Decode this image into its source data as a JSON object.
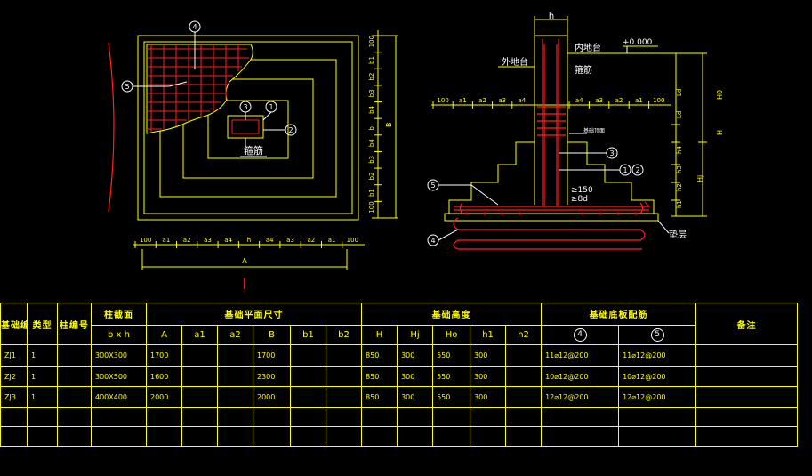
{
  "plan": {
    "top_dims": [
      "100",
      "b1",
      "b2",
      "b3",
      "b4",
      "b",
      "b4",
      "b3",
      "b2",
      "b1",
      "100"
    ],
    "right_label": "B",
    "bottom_dims": [
      "100",
      "a1",
      "a2",
      "a3",
      "a4",
      "h",
      "a4",
      "a3",
      "a2",
      "a1",
      "100"
    ],
    "bottom_label": "A",
    "section_mark": "I",
    "callouts": [
      "4",
      "5",
      "3",
      "1",
      "2"
    ],
    "stirrup_label": "箍筋"
  },
  "section": {
    "h_label": "h",
    "inner_label": "内地台",
    "outer_label": "外地台",
    "elevation": "+0.000",
    "stirrup_label": "箍筋",
    "left_dims": [
      "100",
      "a1",
      "a2",
      "a3",
      "a4"
    ],
    "right_dims": [
      "a4",
      "a3",
      "a2",
      "a1",
      "100"
    ],
    "right_vertical": [
      "Ld",
      "Ld",
      "h4",
      "h3",
      "h2",
      "h1"
    ],
    "h_labels": [
      "H0",
      "H",
      "Hj"
    ],
    "rebar_note_1": "≥150",
    "rebar_note_2": "≥8d",
    "small_note": "基础顶面",
    "cushion": "垫层",
    "callouts": [
      "3",
      "1",
      "2",
      "5",
      "4"
    ]
  },
  "table": {
    "h_code": "基础编号",
    "h_type": "类型",
    "h_column": "柱编号",
    "h_section": "柱截面",
    "h_plan": "基础平面尺寸",
    "h_height": "基础高度",
    "h_rebar": "基础底板配筋",
    "h_note": "备注",
    "sub_section": "b x h",
    "sub_plan": [
      "A",
      "a1",
      "a2",
      "B",
      "b1",
      "b2"
    ],
    "sub_height": [
      "H",
      "Hj",
      "Ho",
      "h1",
      "h2"
    ],
    "sub_rebar": [
      "4",
      "5"
    ],
    "rows": [
      {
        "code": "ZJ1",
        "type": "1",
        "col": "",
        "sec": "300X300",
        "A": "1700",
        "a1": "",
        "a2": "",
        "B": "1700",
        "b1": "",
        "b2": "",
        "H": "850",
        "Hj": "300",
        "Ho": "550",
        "h1": "300",
        "h2": "",
        "r4": "11⌀12@200",
        "r5": "11⌀12@200",
        "note": ""
      },
      {
        "code": "ZJ2",
        "type": "1",
        "col": "",
        "sec": "300X500",
        "A": "1600",
        "a1": "",
        "a2": "",
        "B": "2300",
        "b1": "",
        "b2": "",
        "H": "850",
        "Hj": "300",
        "Ho": "550",
        "h1": "300",
        "h2": "",
        "r4": "10⌀12@200",
        "r5": "10⌀12@200",
        "note": ""
      },
      {
        "code": "ZJ3",
        "type": "1",
        "col": "",
        "sec": "400X400",
        "A": "2000",
        "a1": "",
        "a2": "",
        "B": "2000",
        "b1": "",
        "b2": "",
        "H": "850",
        "Hj": "300",
        "Ho": "550",
        "h1": "300",
        "h2": "",
        "r4": "12⌀12@200",
        "r5": "12⌀12@200",
        "note": ""
      }
    ]
  },
  "colors": {
    "background": "#000000",
    "lines": "#ffff00",
    "rebar": "#ff2020",
    "annotation": "#ffffff"
  }
}
